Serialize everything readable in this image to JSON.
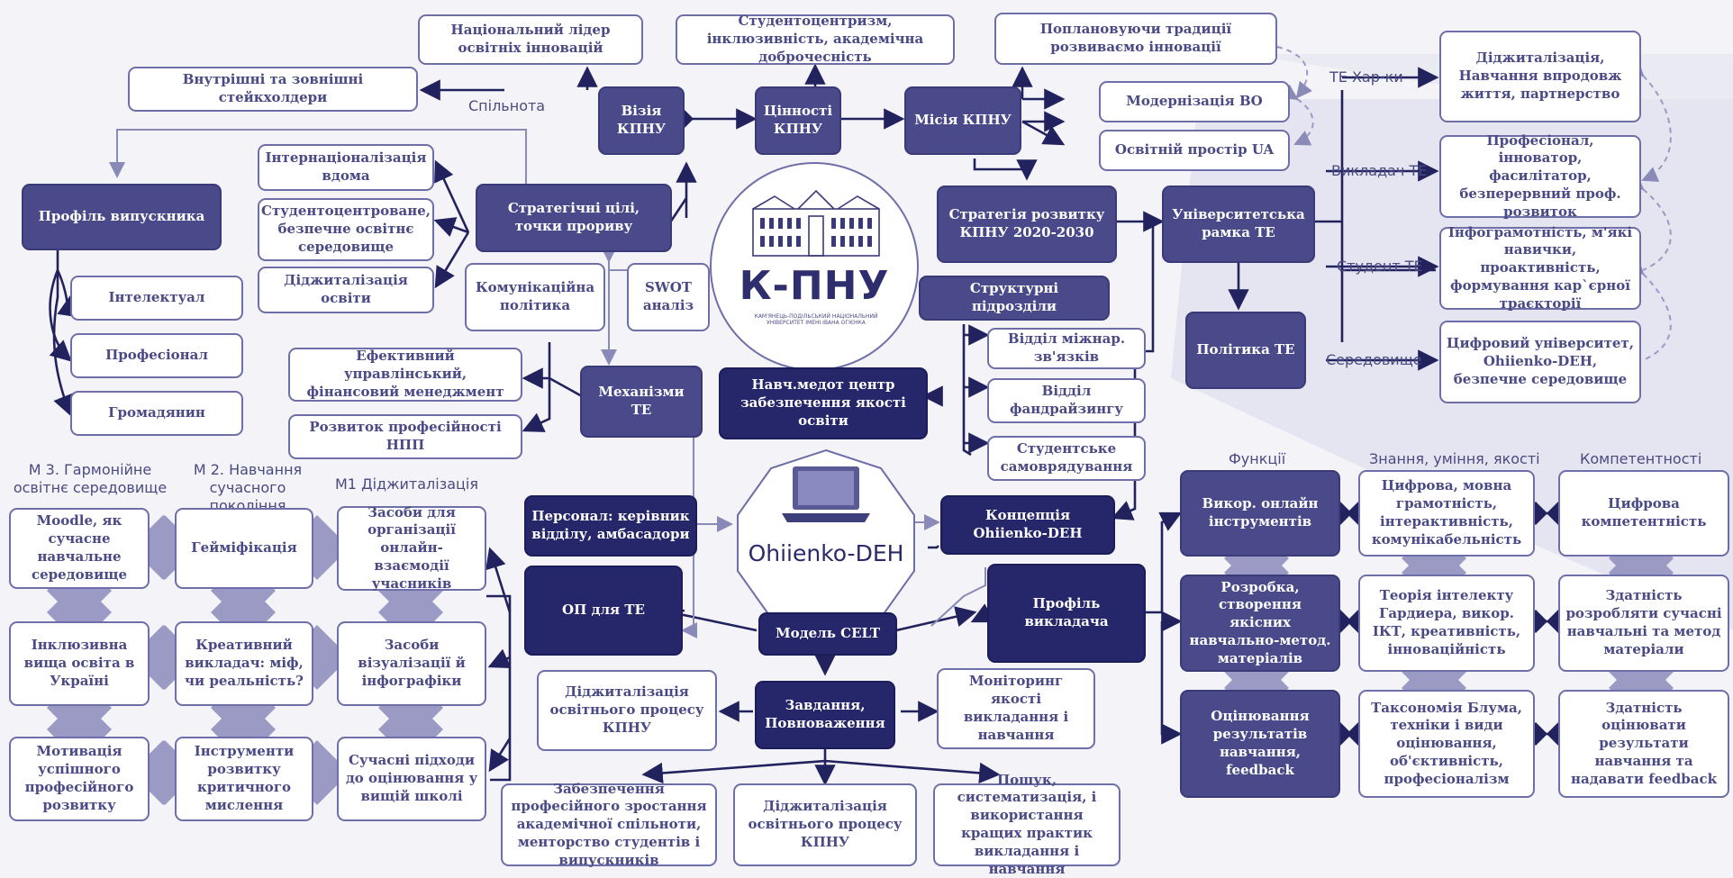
{
  "logo": {
    "name": "К-ПНУ",
    "subtitle": "КАМ'ЯНЕЦЬ-ПОДІЛЬСЬКИЙ НАЦІОНАЛЬНИЙ УНІВЕРСИТЕТ ІМЕНІ ІВАНА ОГІЄНКА"
  },
  "center_label": "Ohiienko-DEH",
  "labels": {
    "spilnota": "Спільнота",
    "te_kharky": "ТЕ Хар-ки",
    "vykladach_te": "Викладач ТЕ",
    "student_te": "Студент ТЕ",
    "seredovyshche": "Середовище",
    "funktsii": "Функції",
    "znannia": "Знання, уміння, якості",
    "kompetentnosti": "Компетентності",
    "m3": "М 3. Гармонійне освітнє середовище",
    "m2": "М 2. Навчання сучасного покоління",
    "m1": "М1 Діджиталізація"
  },
  "nodes": {
    "lider": "Національний лідер освітніх інновацій",
    "tsinnosti_top": "Студентоцентризм, інклюзивність, академічна доброчесність",
    "tradytsii": "Поплановуючи традиції розвиваємо інновації",
    "steikholdery": "Внутрішні та зовнішні стейкхолдери",
    "viziia": "Візія КПНУ",
    "tsinnosti": "Цінності КПНУ",
    "misiia": "Місія КПНУ",
    "modernizatsiia": "Модернізація ВО",
    "prostir": "Освітній простір UA",
    "profil_vyp": "Профіль випускника",
    "internats": "Інтернаціоналізація вдома",
    "studentotsentr": "Студентоцентроване, безпечне освітнє середовище",
    "didzh_osv": "Діджиталізація освіти",
    "stratehichni": "Стратегічні цілі, точки прориву",
    "stratehiia": "Стратегія розвитку КПНУ 2020-2030",
    "univ_ramka": "Університетська рамка ТЕ",
    "intelektual": "Інтелектуал",
    "profesional": "Професіонал",
    "hromadianyn": "Громадянин",
    "komunikatsiina": "Комунікаційна політика",
    "swot": "SWOT аналіз",
    "strukturni": "Структурні підрозділи",
    "polityka_te": "Політика ТЕ",
    "efektyvnyi": "Ефективний управлінський, фінансовий менеджмент",
    "rozvytok_npp": "Розвиток професійності НПП",
    "mekhanizmy": "Механізми ТЕ",
    "navch_tsentr": "Навч.медот центр забезпечення якості освіти",
    "viddil_mizhnar": "Відділ міжнар. зв'язків",
    "viddil_fand": "Відділ фандрайзингу",
    "stud_samovr": "Студентське самоврядування",
    "te1": "Діджиталізація, Навчання впродовж життя, партнерство",
    "te2": "Професіонал, інноватор, фасилітатор, безперервний проф. розвиток",
    "te3": "Інфограмотність, м'які навички, проактивність, формування кар`єрної траєкторії",
    "te4": "Цифровий університет, Ohiienko-DEH, безпечне середовище",
    "moodle": "Moodle, як сучасне навчальне середовище",
    "heimifikatsiia": "Гейміфікація",
    "zasoby_org": "Засоби для організації онлайн-взаємодії учасників",
    "personal": "Персонал: керівник відділу, амбасадори",
    "kontseptsiia": "Концепція Ohiienko-DEH",
    "vykor": "Викор. онлайн інструментів",
    "tsyfrova_movna": "Цифрова, мовна грамотність, інтерактивність, комунікабельність",
    "tsyfrova_komp": "Цифрова компетентність",
    "inkliuzyvna": "Інклюзивна вища освіта в Україні",
    "kreatyvnyi": "Креативний викладач: міф, чи реальність?",
    "vizualizatsiia": "Засоби візуалізації й інфографіки",
    "op_te": "ОП для ТЕ",
    "model_celt": "Модель CELT",
    "profil_vykl": "Профіль викладача",
    "rozrobka": "Розробка, створення якісних навчально-метод. матеріалів",
    "teoriia": "Теорія інтелекту Гардиера, викор. ІКТ, креативність, інноваційність",
    "zdatnist_rozr": "Здатність розробляти сучасні навчальні та метод матеріали",
    "motyvatsiia": "Мотивація успішного професійного розвитку",
    "instrumenty": "Інструменти розвитку критичного мислення",
    "suchasni": "Сучасні підходи до оцінювання у вищій школі",
    "didzh_kpnu_left": "Діджиталізація освітнього процесу КПНУ",
    "zavdannia": "Завдання, Повноваження",
    "monitorynh": "Моніторинг якості викладання і навчання",
    "otsiniuvannia": "Оцінювання результатів навчання, feedback",
    "taksonomiia": "Таксономія Блума, техніки і види оцінювання, об'єктивність, професіоналізм",
    "zdatnist_ots": "Здатність оцінювати результати навчання та надавати feedback",
    "zabezpechennia": "Забезпечення професійного зростання академічної спільноти, менторство студентів і випускників",
    "didzh_kpnu_bottom": "Діджиталізація освітнього процесу КПНУ",
    "poshuk": "Пошук, систематизація, і використання кращих практик викладання і навчання"
  },
  "colors": {
    "dark": "#4a4a8a",
    "navy": "#26266a",
    "light_border": "#6e6ea8",
    "line": "#22225e",
    "background": "#f3f3f8"
  }
}
